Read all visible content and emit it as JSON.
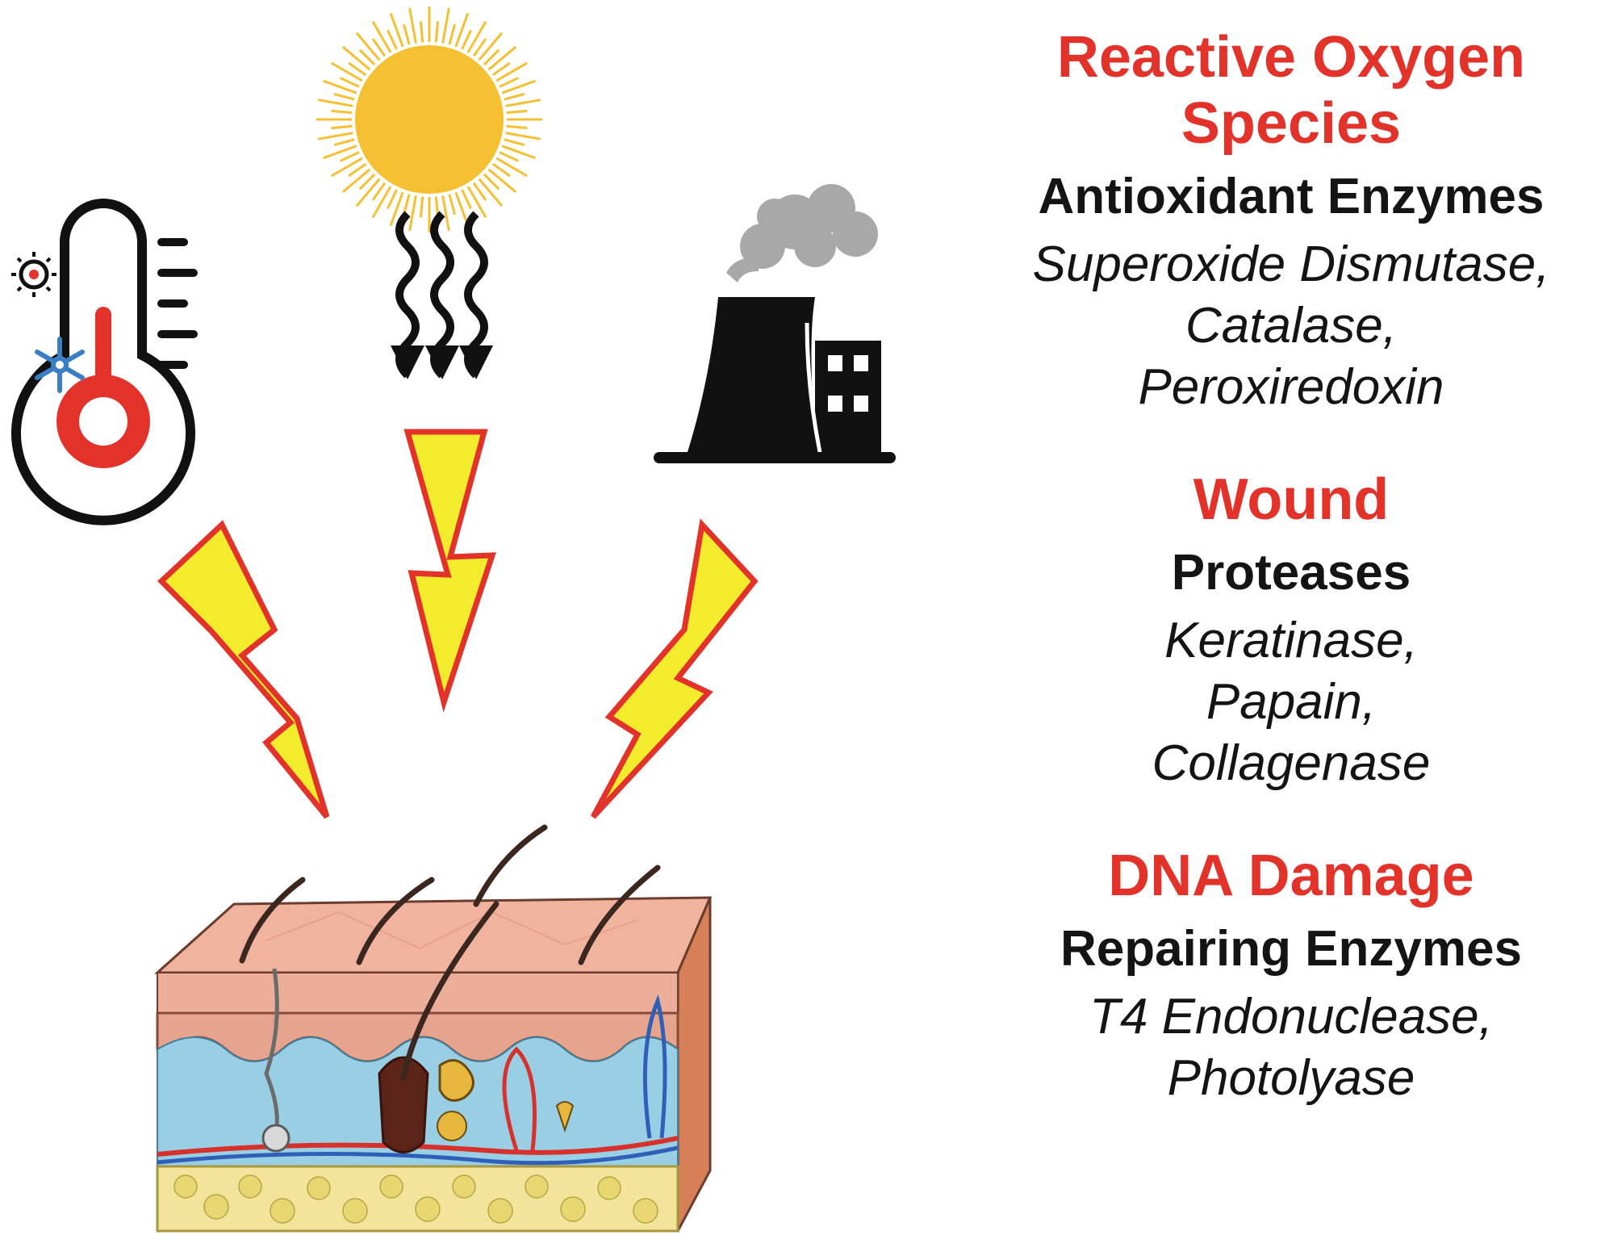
{
  "colors": {
    "heading": "#e2322a",
    "text": "#141414",
    "bolt_fill": "#f3ec2c",
    "bolt_outline": "#e2322a",
    "sun": "#f6c033",
    "smoke": "#a8a8a8"
  },
  "icons": [
    "thermometer-icon",
    "sun-icon",
    "factory-icon",
    "lightning-icon",
    "skin-cross-section"
  ],
  "sections": [
    {
      "heading": "Reactive Oxygen Species",
      "heading_lines": [
        "Reactive Oxygen",
        "Species"
      ],
      "subheading": "Antioxidant Enzymes",
      "items": [
        "Superoxide Dismutase,",
        "Catalase,",
        "Peroxiredoxin"
      ]
    },
    {
      "heading": "Wound",
      "heading_lines": [
        "Wound"
      ],
      "subheading": "Proteases",
      "items": [
        "Keratinase,",
        "Papain,",
        "Collagenase"
      ]
    },
    {
      "heading": "DNA Damage",
      "heading_lines": [
        "DNA Damage"
      ],
      "subheading": "Repairing Enzymes",
      "items": [
        "T4 Endonuclease,",
        "Photolyase"
      ]
    }
  ]
}
